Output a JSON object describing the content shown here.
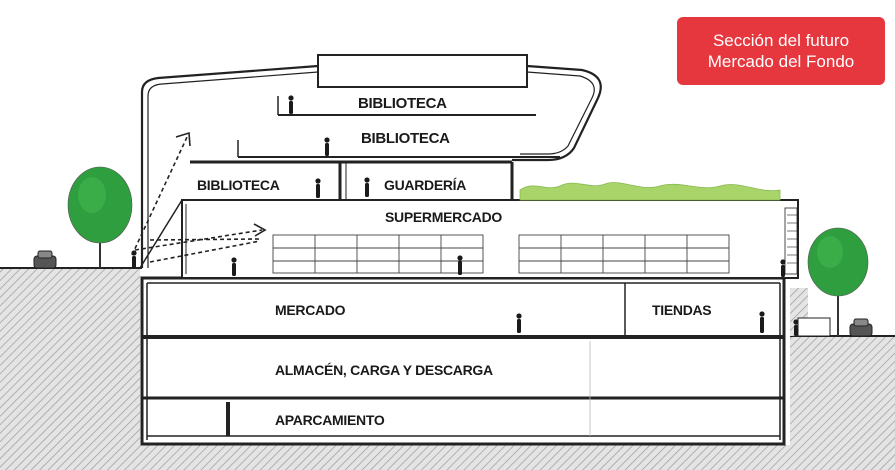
{
  "caption": {
    "line1": "Sección del futuro",
    "line2": "Mercado del Fondo"
  },
  "spaces": {
    "biblioteca_top": "BIBLIOTECA",
    "biblioteca_mid": "BIBLIOTECA",
    "biblioteca_low": "BIBLIOTECA",
    "guarderia": "GUARDERÍA",
    "supermercado": "SUPERMERCADO",
    "mercado": "MERCADO",
    "tiendas": "TIENDAS",
    "almacen": "ALMACÉN, CARGA Y DESCARGA",
    "aparcamiento": "APARCAMIENTO"
  },
  "colors": {
    "caption_bg": "#e6373f",
    "tree_green": "#2e9e3e",
    "roof_garden": "#a8d46a",
    "ground_hatch": "#9a9a9a"
  }
}
